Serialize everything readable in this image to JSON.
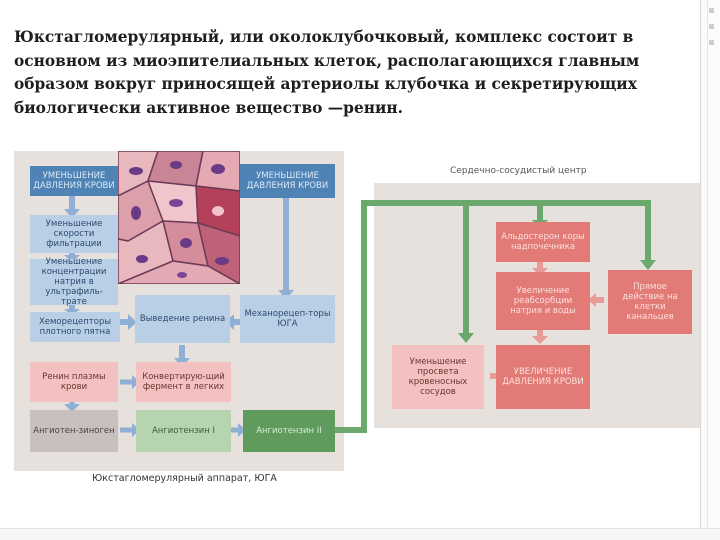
{
  "slide": {
    "title": "Юкстагломерулярный, или околоклубочковый, комплекс состоит в основном из миоэпителиальных клеток, располагающихся главным образом вокруг приносящей артериолы клубочка и секретирующих биологически активное вещество —ренин."
  },
  "diagram": {
    "caption": "Юкстагломерулярный аппарат, ЮГА",
    "right_panel_title": "Сердечно-сосудистый центр",
    "boxes": {
      "bp_decrease_left": "УМЕНЬШЕНИЕ ДАВЛЕНИЯ КРОВИ",
      "filtration_speed": "Уменьшение скорости фильтрации",
      "sodium_concentration": "Уменьшение концентрации натрия в ультрафиль-трате",
      "macula_densa": "Хеморецепторы плотного пятна",
      "bp_decrease_middle": "УМЕНЬШЕНИЕ ДАВЛЕНИЯ КРОВИ",
      "renin_release": "Выведение ренина",
      "mechanoreceptors": "Механорецеп-торы ЮГА",
      "plasma_renin": "Ренин плазмы крови",
      "converting_enzyme": "Конвертирую-щий фермент в легких",
      "angiotensinogen": "Ангиотен-зиноген",
      "angiotensin_1": "Ангиотензин I",
      "angiotensin_2": "Ангиотензин II",
      "aldosterone": "Альдостерон коры надпочечника",
      "reabsorption": "Увеличение реабсорбции натрия и воды",
      "direct_action": "Прямое действие на клетки канальцев",
      "vessel_narrowing": "Уменьшение просвета кровеносных сосудов",
      "bp_increase": "УВЕЛИЧЕНИЕ ДАВЛЕНИЯ КРОВИ"
    }
  },
  "colors": {
    "blue_dark": "#4f83b6",
    "blue_light": "#b9cfe6",
    "pink_light": "#f3c2c0",
    "pink_dark": "#e27a76",
    "green_light": "#b7d4b0",
    "green_dark": "#5f9b5d",
    "arrow_blue": "#8fb0d4",
    "arrow_green": "#6aa86b",
    "panel": "#e6e1dd"
  }
}
